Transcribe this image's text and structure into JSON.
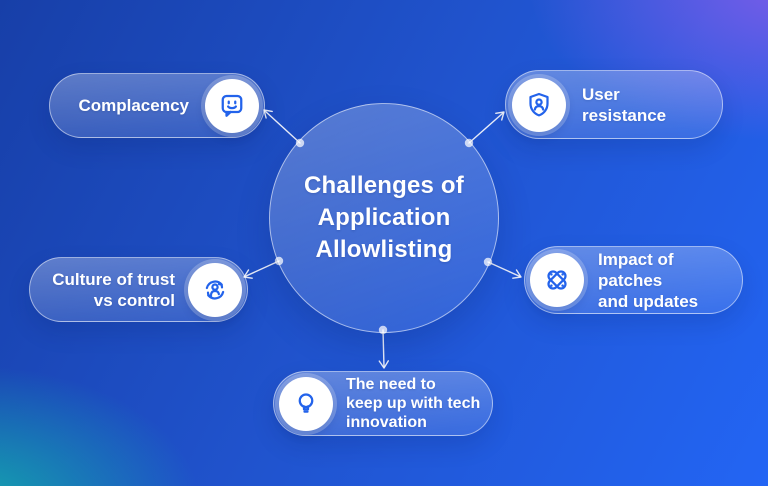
{
  "diagram": {
    "title_lines": [
      "Challenges of",
      "Application",
      "Allowlisting"
    ],
    "nodes": [
      {
        "label": "Complacency",
        "icon": "smiley-chat-icon"
      },
      {
        "label": "User\nresistance",
        "icon": "user-shield-icon"
      },
      {
        "label": "Culture of trust\nvs control",
        "icon": "user-sync-icon"
      },
      {
        "label": "Impact of patches\nand updates",
        "icon": "bandage-icon"
      },
      {
        "label": "The need to\nkeep up with tech\ninnovation",
        "icon": "lightbulb-icon"
      }
    ],
    "colors": {
      "icon_accent": "#2363eb",
      "text": "#ffffff",
      "bg_top_left": "#1b44ae",
      "bg_top_right": "#7a5ce8",
      "bg_bottom_left": "#14a7ae",
      "bg_bottom_right": "#2264f2"
    }
  }
}
